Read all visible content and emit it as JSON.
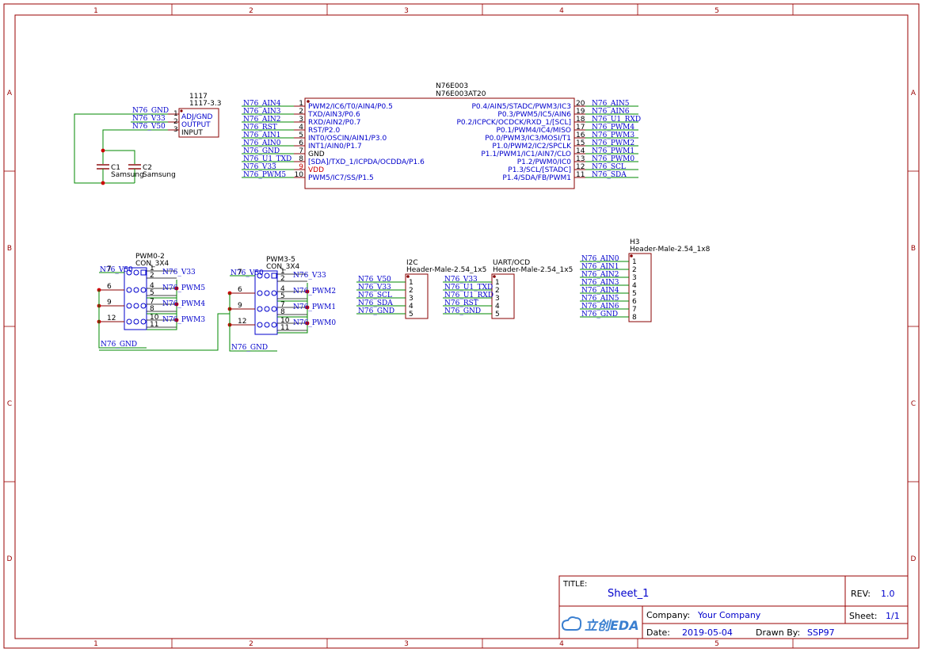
{
  "frame": {
    "columns": [
      "1",
      "2",
      "3",
      "4",
      "5"
    ],
    "rows": [
      "A",
      "B",
      "C",
      "D"
    ]
  },
  "regulator": {
    "name": "1117",
    "value": "1117-3.3",
    "pins": [
      {
        "num": "1",
        "name": "ADJ/GND",
        "net": "N76_GND"
      },
      {
        "num": "2",
        "name": "OUTPUT",
        "net": "N76_V33"
      },
      {
        "num": "3",
        "name": "INPUT",
        "net": "N76_V50"
      }
    ]
  },
  "caps": [
    {
      "ref": "C1",
      "value": "Samsung"
    },
    {
      "ref": "C2",
      "value": "Samsung"
    }
  ],
  "mcu": {
    "ref": "N76E003",
    "value": "N76E003AT20",
    "left_pins": [
      {
        "num": "1",
        "name": "PWM2/IC6/T0/AIN4/P0.5",
        "net": "N76_AIN4"
      },
      {
        "num": "2",
        "name": "TXD/AIN3/P0.6",
        "net": "N76_AIN3"
      },
      {
        "num": "3",
        "name": "RXD/AIN2/P0.7",
        "net": "N76_AIN2"
      },
      {
        "num": "4",
        "name": "RST/P2.0",
        "net": "N76_RST"
      },
      {
        "num": "5",
        "name": "INT0/OSCIN/AIN1/P3.0",
        "net": "N76_AIN1"
      },
      {
        "num": "6",
        "name": "INT1/AIN0/P1.7",
        "net": "N76_AIN0"
      },
      {
        "num": "7",
        "name": "GND",
        "net": "N76_GND"
      },
      {
        "num": "8",
        "name": "[SDA]/TXD_1/ICPDA/OCDDA/P1.6",
        "net": "N76_U1_TXD"
      },
      {
        "num": "9",
        "name": "VDD",
        "net": "N76_V33"
      },
      {
        "num": "10",
        "name": "PWM5/IC7/SS/P1.5",
        "net": "N76_PWM5"
      }
    ],
    "right_pins": [
      {
        "num": "20",
        "name": "P0.4/AIN5/STADC/PWM3/IC3",
        "net": "N76_AIN5"
      },
      {
        "num": "19",
        "name": "P0.3/PWM5/IC5/AIN6",
        "net": "N76_AIN6"
      },
      {
        "num": "18",
        "name": "P0.2/ICPCK/OCDCK/RXD_1/[SCL]",
        "net": "N76_U1_RXD"
      },
      {
        "num": "17",
        "name": "P0.1/PWM4/IC4/MISO",
        "net": "N76_PWM4"
      },
      {
        "num": "16",
        "name": "P0.0/PWM3/IC3/MOSI/T1",
        "net": "N76_PWM3"
      },
      {
        "num": "15",
        "name": "P1.0/PWM2/IC2/SPCLK",
        "net": "N76_PWM2"
      },
      {
        "num": "14",
        "name": "P1.1/PWM1/IC1/AIN7/CLO",
        "net": "N76_PWM1"
      },
      {
        "num": "13",
        "name": "P1.2/PWM0/IC0",
        "net": "N76_PWM0"
      },
      {
        "num": "12",
        "name": "P1.3/SCL/[STADC]",
        "net": "N76_SCL"
      },
      {
        "num": "11",
        "name": "P1.4/SDA/FB/PWM1",
        "net": "N76_SDA"
      }
    ]
  },
  "connectors_3x4": [
    {
      "ref": "PWM0-2",
      "value": "CON_3X4",
      "top_net": "N76_V50",
      "bottom_net": "N76_GND",
      "left_pins": [
        "7",
        "6",
        "9",
        "12"
      ],
      "right_pins": [
        "1",
        "2",
        "4",
        "5",
        "7",
        "8",
        "10",
        "11"
      ],
      "right_nets": [
        "N76_V33",
        "N76_PWM5",
        "N76_PWM4",
        "N76_PWM3"
      ]
    },
    {
      "ref": "PWM3-5",
      "value": "CON_3X4",
      "top_net": "N76_V50",
      "bottom_net": "N76_GND",
      "left_pins": [
        "7",
        "6",
        "9",
        "12"
      ],
      "right_pins": [
        "1",
        "2",
        "4",
        "5",
        "7",
        "8",
        "10",
        "11"
      ],
      "right_nets": [
        "N76_V33",
        "N76_PWM2",
        "N76_PWM1",
        "N76_PWM0"
      ]
    }
  ],
  "headers": [
    {
      "ref": "I2C",
      "value": "Header-Male-2.54_1x5",
      "pins": [
        {
          "num": "1",
          "net": "N76_V50"
        },
        {
          "num": "2",
          "net": "N76_V33"
        },
        {
          "num": "3",
          "net": "N76_SCL"
        },
        {
          "num": "4",
          "net": "N76_SDA"
        },
        {
          "num": "5",
          "net": "N76_GND"
        }
      ]
    },
    {
      "ref": "UART/OCD",
      "value": "Header-Male-2.54_1x5",
      "pins": [
        {
          "num": "1",
          "net": "N76_V33"
        },
        {
          "num": "2",
          "net": "N76_U1_TXD"
        },
        {
          "num": "3",
          "net": "N76_U1_RXD"
        },
        {
          "num": "4",
          "net": "N76_RST"
        },
        {
          "num": "5",
          "net": "N76_GND"
        }
      ]
    },
    {
      "ref": "H3",
      "value": "Header-Male-2.54_1x8",
      "pins": [
        {
          "num": "1",
          "net": "N76_AIN0"
        },
        {
          "num": "2",
          "net": "N76_AIN1"
        },
        {
          "num": "3",
          "net": "N76_AIN2"
        },
        {
          "num": "4",
          "net": "N76_AIN3"
        },
        {
          "num": "5",
          "net": "N76_AIN4"
        },
        {
          "num": "6",
          "net": "N76_AIN5"
        },
        {
          "num": "7",
          "net": "N76_AIN6"
        },
        {
          "num": "8",
          "net": "N76_GND"
        }
      ]
    }
  ],
  "title_block": {
    "title_label": "TITLE:",
    "title": "Sheet_1",
    "rev_label": "REV:",
    "rev": "1.0",
    "company_label": "Company:",
    "company": "Your Company",
    "sheet_label": "Sheet:",
    "sheet": "1/1",
    "date_label": "Date:",
    "date": "2019-05-04",
    "drawn_label": "Drawn By:",
    "drawn_by": "SSP97",
    "logo_text": "立创EDA"
  },
  "colors": {
    "frame": "#990000",
    "wire": "#008800",
    "net": "#0000cc",
    "pin": "#880000",
    "junction": "#cc0000",
    "vdd": "#cc0000"
  }
}
